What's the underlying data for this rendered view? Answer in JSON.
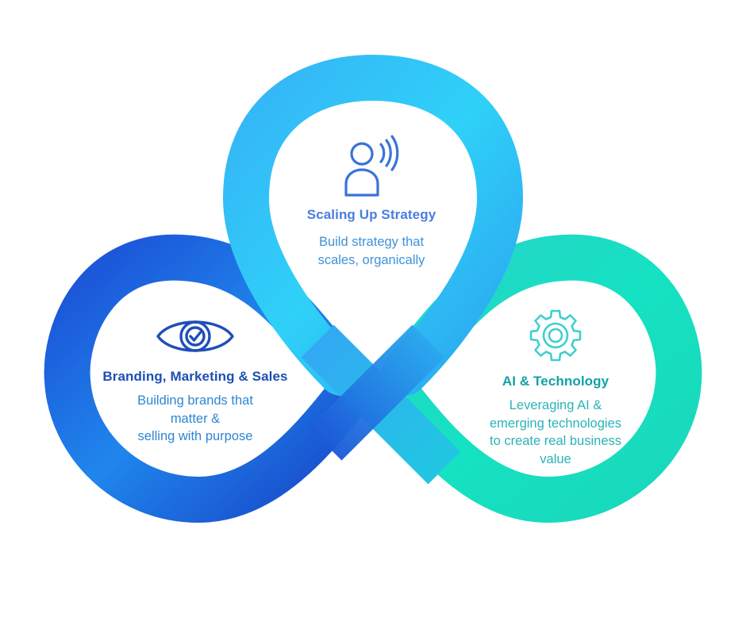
{
  "colors": {
    "top_ring": "#2ec9f5",
    "left_ring": "#1a56d9",
    "right_ring": "#1ee0c0"
  },
  "top_item": {
    "icon": "person-speaking-icon",
    "title": "Scaling Up Strategy",
    "description_lines": [
      "Build strategy that",
      "scales, organically"
    ]
  },
  "left_item": {
    "icon": "eye-check-icon",
    "title": "Branding, Marketing & Sales",
    "description_lines": [
      "Building brands that",
      "matter &",
      "selling with purpose"
    ]
  },
  "right_item": {
    "icon": "gear-icon",
    "title": "AI & Technology",
    "description_lines": [
      "Leveraging AI &",
      "emerging technologies",
      "to create real business",
      "value"
    ]
  }
}
